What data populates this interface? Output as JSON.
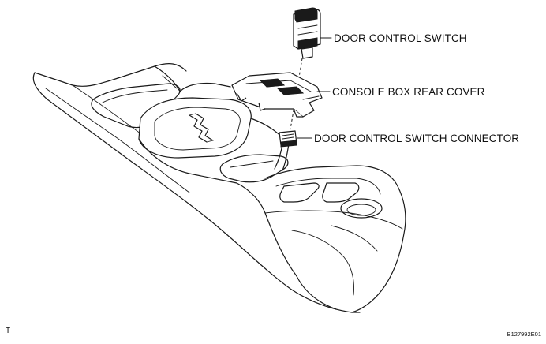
{
  "labels": {
    "door_control_switch": "DOOR CONTROL SWITCH",
    "console_box_rear_cover": "CONSOLE BOX REAR COVER",
    "door_control_switch_connector": "DOOR CONTROL SWITCH CONNECTOR"
  },
  "corner": {
    "left_mark": "T",
    "figure_code": "B127992E01"
  },
  "colors": {
    "line": "#1a1a1a",
    "background": "#ffffff"
  }
}
